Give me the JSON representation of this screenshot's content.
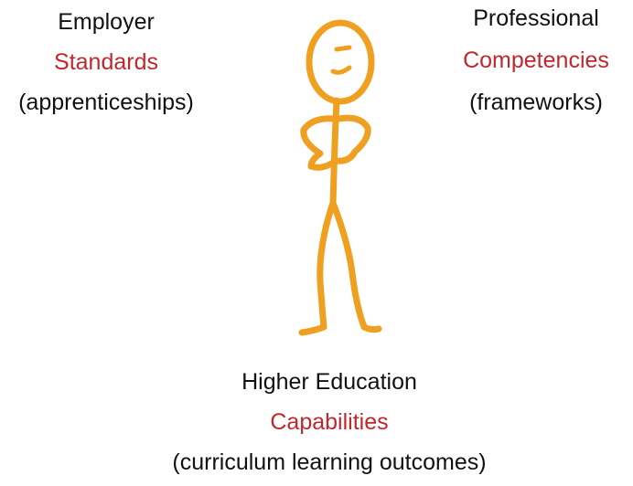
{
  "employer": {
    "heading": "Employer",
    "term": "Standards",
    "note": "(apprenticeships)"
  },
  "professional": {
    "heading": "Professional",
    "term": "Competencies",
    "note": "(frameworks)"
  },
  "higher_education": {
    "heading": "Higher Education",
    "term": "Capabilities",
    "note": "(curriculum learning outcomes)"
  },
  "colors": {
    "accent_text": "#c0282d",
    "body_text": "#111111",
    "figure_stroke": "#f0a020"
  },
  "figure": {
    "icon": "stick-figure-icon"
  }
}
